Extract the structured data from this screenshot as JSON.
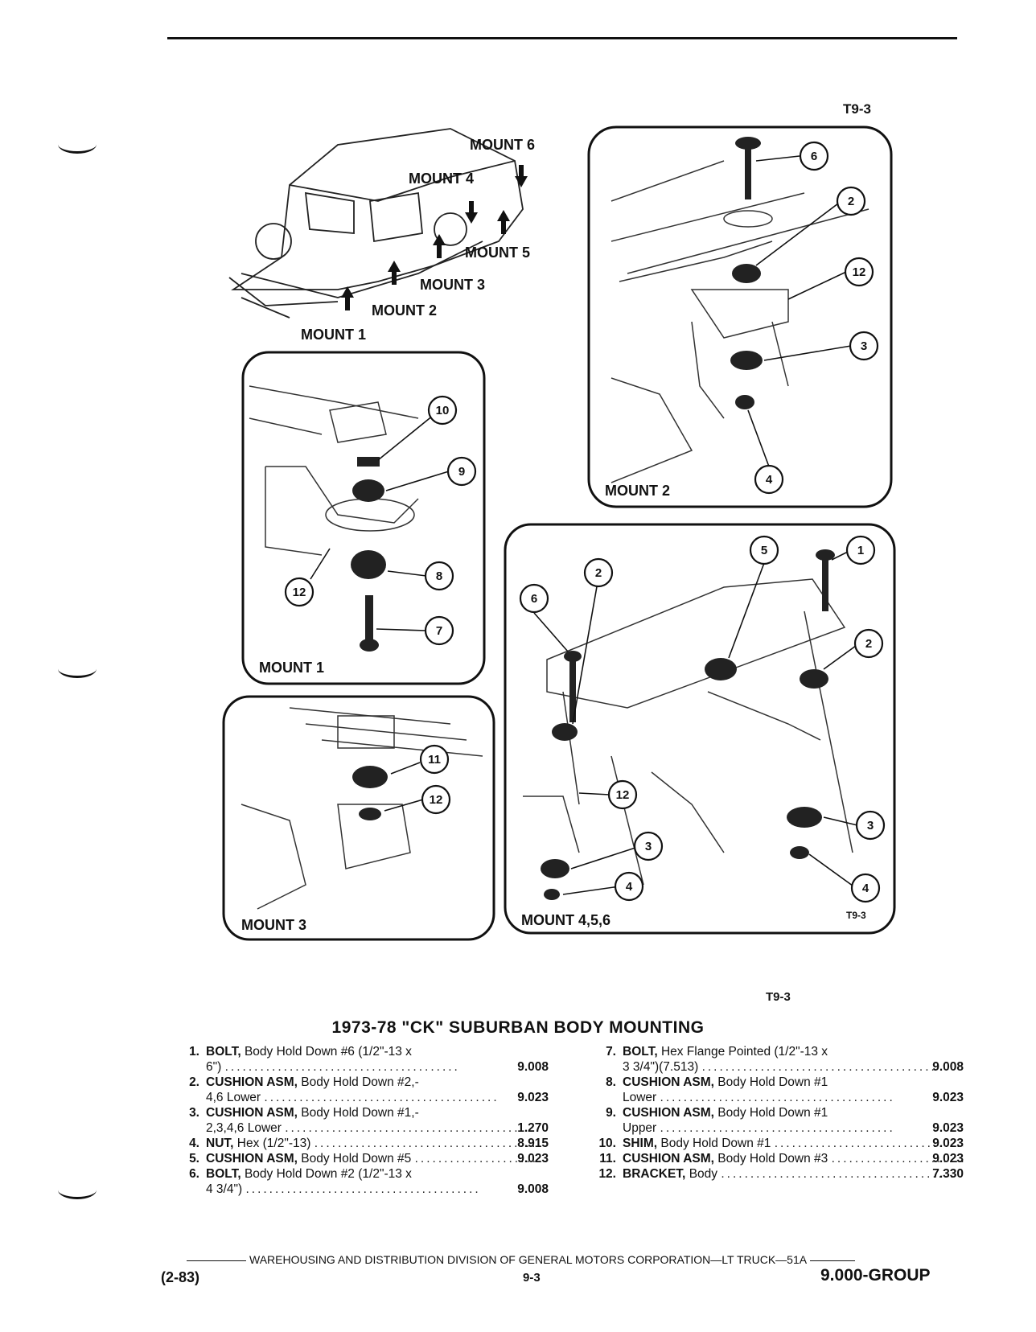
{
  "page": {
    "figure_ref_top": "T9-3",
    "figure_ref_bottom": "T9-3",
    "title": "1973-78 \"CK\" SUBURBAN BODY MOUNTING"
  },
  "figure": {
    "overview_labels": [
      "MOUNT 6",
      "MOUNT 4",
      "MOUNT 5",
      "MOUNT 3",
      "MOUNT 2",
      "MOUNT 1"
    ],
    "panel_mount1": "MOUNT 1",
    "panel_mount2": "MOUNT 2",
    "panel_mount3": "MOUNT 3",
    "panel_mount456": "MOUNT 4,5,6",
    "panel_ref": "T9-3",
    "callouts": {
      "m2": [
        "6",
        "2",
        "12",
        "3",
        "4"
      ],
      "m1": [
        "10",
        "9",
        "8",
        "12",
        "7"
      ],
      "m3": [
        "11",
        "12"
      ],
      "m456": [
        "5",
        "1",
        "2",
        "6",
        "2",
        "12",
        "3",
        "4",
        "3",
        "4"
      ]
    }
  },
  "parts_left": [
    {
      "num": "1.",
      "name": "BOLT,",
      "desc1": "Body Hold Down #6 (1/2\"-13 x",
      "desc2": "6\")",
      "code": "9.008"
    },
    {
      "num": "2.",
      "name": "CUSHION ASM,",
      "desc1": "Body Hold Down #2,-",
      "desc2": "4,6 Lower",
      "code": "9.023"
    },
    {
      "num": "3.",
      "name": "CUSHION ASM,",
      "desc1": "Body Hold Down #1,-",
      "desc2": "2,3,4,6 Lower",
      "code": "1.270"
    },
    {
      "num": "4.",
      "name": "NUT,",
      "desc1": "Hex (1/2\"-13)",
      "desc2": "",
      "code": "8.915"
    },
    {
      "num": "5.",
      "name": "CUSHION ASM,",
      "desc1": "Body Hold Down #5",
      "desc2": "",
      "code": "9.023"
    },
    {
      "num": "6.",
      "name": "BOLT,",
      "desc1": "Body Hold Down #2 (1/2\"-13 x",
      "desc2": "4 3/4\")",
      "code": "9.008"
    }
  ],
  "parts_right": [
    {
      "num": "7.",
      "name": "BOLT,",
      "desc1": "Hex Flange Pointed (1/2\"-13 x",
      "desc2": "3 3/4\")(7.513)",
      "code": "9.008"
    },
    {
      "num": "8.",
      "name": "CUSHION ASM,",
      "desc1": "Body Hold Down #1",
      "desc2": "Lower",
      "code": "9.023"
    },
    {
      "num": "9.",
      "name": "CUSHION ASM,",
      "desc1": "Body Hold Down #1",
      "desc2": "Upper",
      "code": "9.023"
    },
    {
      "num": "10.",
      "name": "SHIM,",
      "desc1": "Body Hold Down #1",
      "desc2": "",
      "code": "9.023"
    },
    {
      "num": "11.",
      "name": "CUSHION ASM,",
      "desc1": "Body Hold Down #3",
      "desc2": "",
      "code": "9.023"
    },
    {
      "num": "12.",
      "name": "BRACKET,",
      "desc1": "Body",
      "desc2": "",
      "code": "7.330"
    }
  ],
  "footer": {
    "line": "WAREHOUSING AND DISTRIBUTION DIVISION OF GENERAL MOTORS CORPORATION—LT TRUCK—51A",
    "date": "(2-83)",
    "page": "9-3",
    "group": "9.000-GROUP"
  }
}
